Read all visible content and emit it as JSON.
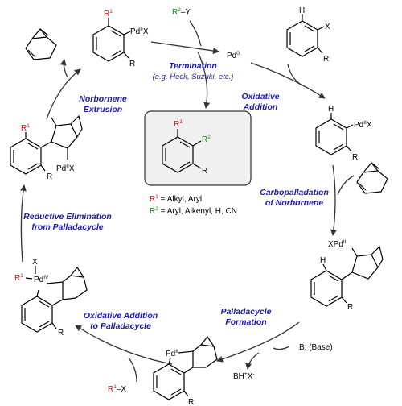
{
  "colors": {
    "step_label": "#1a1ab8",
    "r1": "#d01010",
    "r2": "#118a11",
    "bond": "#000000",
    "arrow": "#333333",
    "product_box_fill": "#f0f0f0"
  },
  "steps": {
    "termination": {
      "title": "Termination",
      "subtitle": "(e.g. Heck, Suzuki, etc.)"
    },
    "oxidative_addition": {
      "line1": "Oxidative",
      "line2": "Addition"
    },
    "carbopalladation": {
      "line1": "Carbopalladation",
      "line2": "of Norbornene"
    },
    "palladacycle_formation": {
      "line1": "Palladacycle",
      "line2": "Formation"
    },
    "oxidative_addition_palladacycle": {
      "line1": "Oxidative Addition",
      "line2": "to Palladacycle"
    },
    "reductive_elimination": {
      "line1": "Reductive Elimination",
      "line2": "from Palladacycle"
    },
    "norbornene_extrusion": {
      "line1": "Norbornene",
      "line2": "Extrusion"
    }
  },
  "reagents": {
    "r2y": {
      "r": "R",
      "sup": "2",
      "rest": "–Y"
    },
    "r1x": {
      "r": "R",
      "sup": "1",
      "rest": "–X"
    },
    "base": "B:  (Base)",
    "salt": {
      "main": "BH",
      "sup1": "+",
      "x": "X",
      "sup2": "-"
    }
  },
  "atoms": {
    "pd0": {
      "text": "Pd",
      "sup": "0"
    },
    "pd_ii": {
      "text": "Pd",
      "sup": "II",
      "suffix": "X"
    },
    "pd_iv": {
      "text": "Pd",
      "sup": "IV"
    },
    "xpd_ii": {
      "prefix": "XPd",
      "sup": "II"
    },
    "pd_ii_cycle": {
      "text": "Pd",
      "sup": "II"
    },
    "h": "H",
    "x": "X",
    "r": "R",
    "r1": {
      "r": "R",
      "sup": "1"
    },
    "r2": {
      "r": "R",
      "sup": "2"
    }
  },
  "legend": {
    "r1_line": {
      "r": "R",
      "sup": "1",
      "text": " = Alkyl, Aryl"
    },
    "r2_line": {
      "r": "R",
      "sup": "2",
      "text": " = Aryl, Alkenyl, H, CN"
    }
  }
}
